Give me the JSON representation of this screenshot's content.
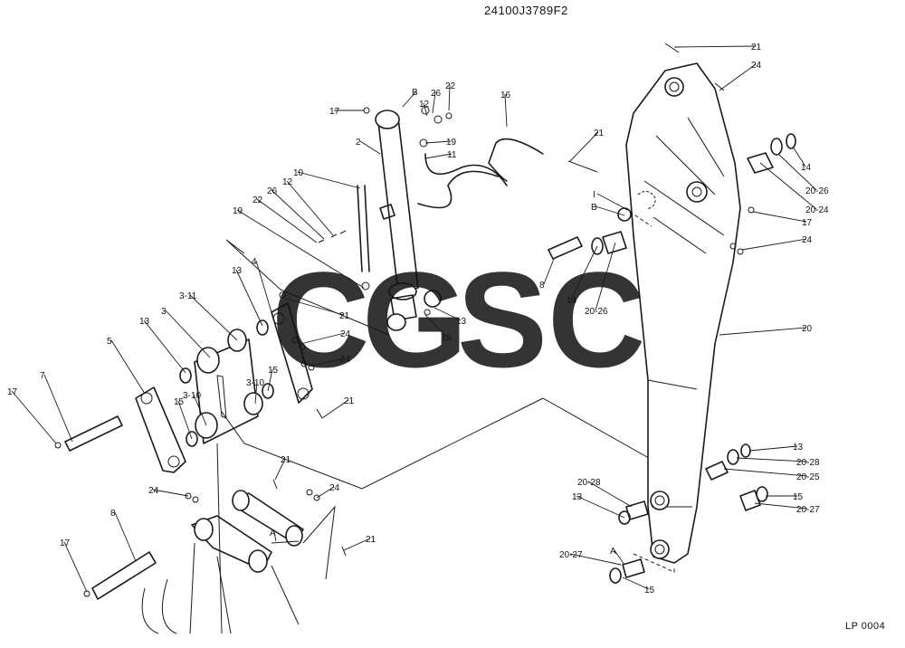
{
  "header": {
    "drawing_code": "24100J3789F2"
  },
  "footer": {
    "page_code": "LP 0004"
  },
  "watermark": {
    "letters": [
      "C",
      "G",
      "S",
      "C"
    ],
    "colors": [
      "#5b8df0",
      "#f07b6e",
      "#f7d566",
      "#6bbf8f"
    ]
  },
  "callouts": [
    {
      "id": "c21a",
      "text": "21"
    },
    {
      "id": "c24a",
      "text": "24"
    },
    {
      "id": "c16",
      "text": "16"
    },
    {
      "id": "cB1",
      "text": "B"
    },
    {
      "id": "c26a",
      "text": "26"
    },
    {
      "id": "c22a",
      "text": "22"
    },
    {
      "id": "c17a",
      "text": "17"
    },
    {
      "id": "c12a",
      "text": "12"
    },
    {
      "id": "c19a",
      "text": "19"
    },
    {
      "id": "c2",
      "text": "2"
    },
    {
      "id": "c11",
      "text": "11"
    },
    {
      "id": "c21b",
      "text": "21"
    },
    {
      "id": "c14a",
      "text": "14"
    },
    {
      "id": "c20_26a",
      "text": "20-26"
    },
    {
      "id": "c10",
      "text": "10"
    },
    {
      "id": "c12b",
      "text": "12"
    },
    {
      "id": "c26b",
      "text": "26"
    },
    {
      "id": "c22b",
      "text": "22"
    },
    {
      "id": "c19b",
      "text": "19"
    },
    {
      "id": "cIB",
      "text": "I"
    },
    {
      "id": "cB2",
      "text": "B"
    },
    {
      "id": "c20_24",
      "text": "20-24"
    },
    {
      "id": "c17b",
      "text": "17"
    },
    {
      "id": "c24b",
      "text": "24"
    },
    {
      "id": "c4",
      "text": "4"
    },
    {
      "id": "c13a",
      "text": "13"
    },
    {
      "id": "c3_11",
      "text": "3-11"
    },
    {
      "id": "c3",
      "text": "3"
    },
    {
      "id": "c13b",
      "text": "13"
    },
    {
      "id": "c21c",
      "text": "21"
    },
    {
      "id": "c8a",
      "text": "8"
    },
    {
      "id": "c14b",
      "text": "14"
    },
    {
      "id": "c20_26b",
      "text": "20-26"
    },
    {
      "id": "c13c",
      "text": "13"
    },
    {
      "id": "c18",
      "text": "18"
    },
    {
      "id": "c24c",
      "text": "24"
    },
    {
      "id": "c24d",
      "text": "24"
    },
    {
      "id": "c5",
      "text": "5"
    },
    {
      "id": "c20",
      "text": "20"
    },
    {
      "id": "c7",
      "text": "7"
    },
    {
      "id": "c3_10a",
      "text": "3-10"
    },
    {
      "id": "c15a",
      "text": "15"
    },
    {
      "id": "c3_10b",
      "text": "3-10"
    },
    {
      "id": "c15b",
      "text": "15"
    },
    {
      "id": "c17c",
      "text": "17"
    },
    {
      "id": "c21d",
      "text": "21"
    },
    {
      "id": "c13d",
      "text": "13"
    },
    {
      "id": "c20_28a",
      "text": "20-28"
    },
    {
      "id": "c20_25",
      "text": "20-25"
    },
    {
      "id": "c21e",
      "text": "21"
    },
    {
      "id": "c24e",
      "text": "24"
    },
    {
      "id": "c24f",
      "text": "24"
    },
    {
      "id": "c20_28b",
      "text": "20-28"
    },
    {
      "id": "c13e",
      "text": "13"
    },
    {
      "id": "c15c",
      "text": "15"
    },
    {
      "id": "c20_27a",
      "text": "20-27"
    },
    {
      "id": "c8b",
      "text": "8"
    },
    {
      "id": "cA1",
      "text": "A"
    },
    {
      "id": "c21f",
      "text": "21"
    },
    {
      "id": "c17d",
      "text": "17"
    },
    {
      "id": "cA2",
      "text": "A"
    },
    {
      "id": "c20_27b",
      "text": "20-27"
    },
    {
      "id": "c15d",
      "text": "15"
    }
  ]
}
